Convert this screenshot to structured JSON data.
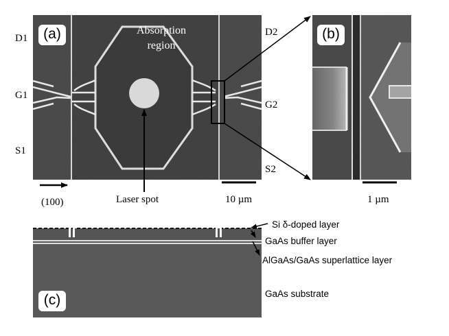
{
  "panel_a": {
    "tag": "(a)",
    "terminals": {
      "d1": "D1",
      "g1": "G1",
      "s1": "S1",
      "d2": "D2",
      "g2": "G2",
      "s2": "S2"
    },
    "absorption_label_line1": "Absorption",
    "absorption_label_line2": "region",
    "laser_label": "Laser spot",
    "direction_label": "(100)",
    "scale_label": "10 µm"
  },
  "panel_b": {
    "tag": "(b)",
    "scale_label": "1 µm"
  },
  "panel_c": {
    "tag": "(c)",
    "layers": {
      "delta_doped": "Si δ-doped layer",
      "buffer": "GaAs buffer  layer",
      "superlattice": "AlGaAs/GaAs superlattice layer",
      "substrate": "GaAs substrate"
    }
  },
  "colors": {
    "sem_background": "#4d4d4d",
    "sem_region": "#3f3f3f",
    "sem_edge": "#e6e6e6",
    "laser_spot": "#d9d9d9",
    "substrate": "#595959"
  }
}
